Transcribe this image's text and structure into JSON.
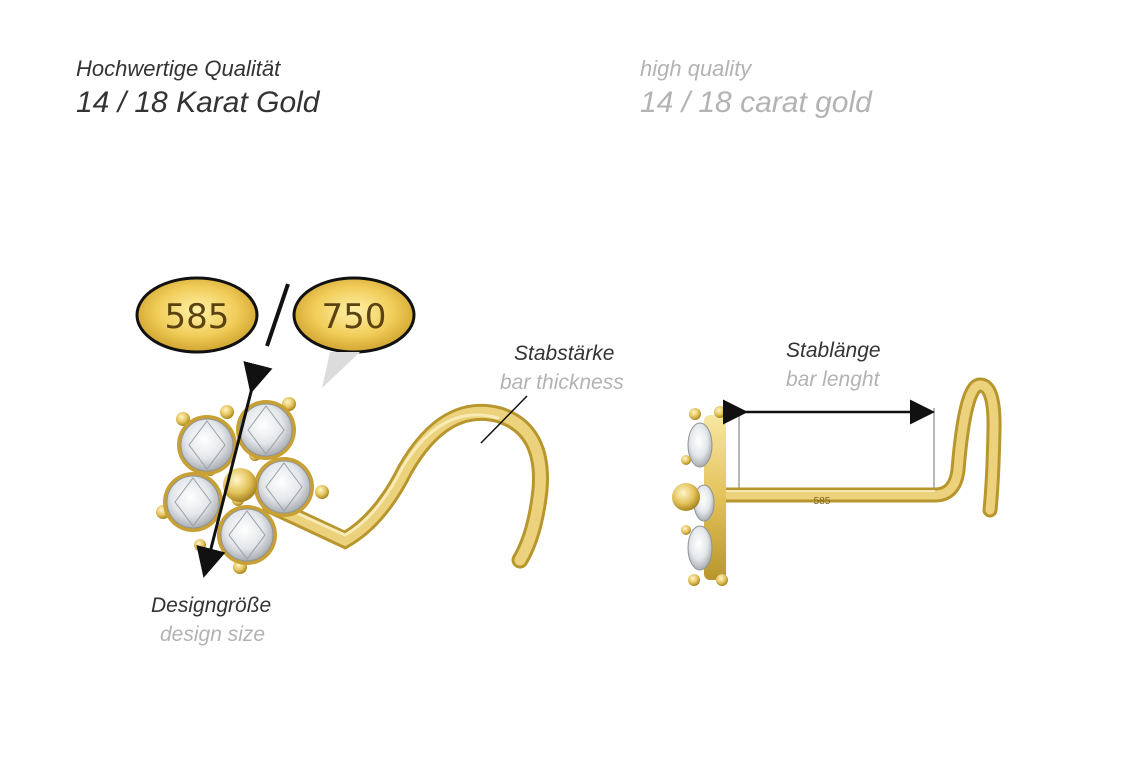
{
  "header": {
    "de_quality": "Hochwertige Qualität",
    "de_gold": "14 / 18 Karat Gold",
    "en_quality": "high quality",
    "en_gold": "14 / 18 carat gold"
  },
  "stamps": {
    "left": "585",
    "right": "750",
    "bar_engraving": "585"
  },
  "labels": {
    "bar_thickness_de": "Stabstärke",
    "bar_thickness_en": "bar thickness",
    "design_size_de": "Designgröße",
    "design_size_en": "design size",
    "bar_length_de": "Stablänge",
    "bar_length_en": "bar lenght"
  },
  "colors": {
    "gold": "#e3c25a",
    "gold_dark": "#b8962e",
    "gold_light": "#f6e39a",
    "stone": "#e9ecef",
    "german_text": "#333333",
    "english_text": "#b3b3b3"
  }
}
